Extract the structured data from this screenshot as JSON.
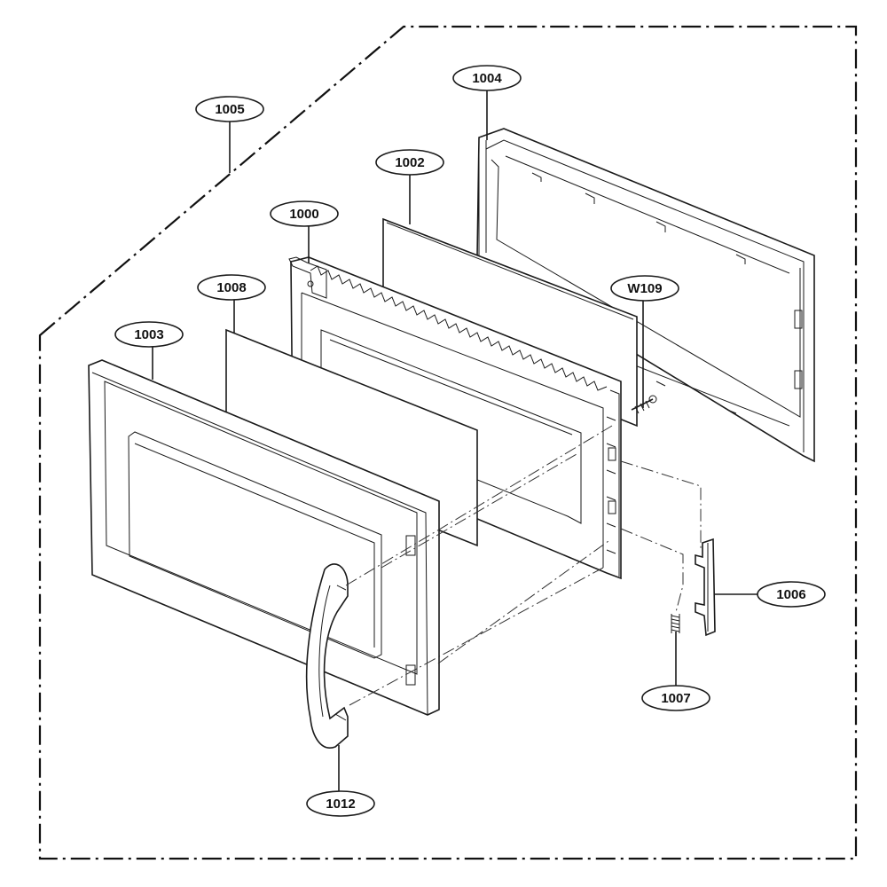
{
  "callouts": {
    "c1000": "1000",
    "c1002": "1002",
    "c1003": "1003",
    "c1004": "1004",
    "c1005": "1005",
    "c1006": "1006",
    "c1007": "1007",
    "c1008": "1008",
    "c1012": "1012",
    "cW109": "W109"
  }
}
